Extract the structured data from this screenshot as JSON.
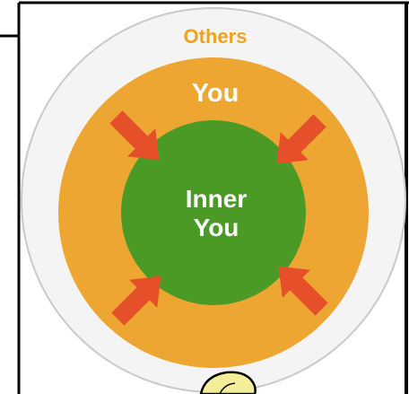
{
  "diagram": {
    "labels": {
      "others": "Others",
      "you": "You",
      "inner_line1": "Inner",
      "inner_line2": "You"
    },
    "colors": {
      "others_ring": "#f4f4f4",
      "others_ring_stroke": "#c9c9c9",
      "others_text": "#f0a21c",
      "you_ring": "#eda632",
      "inner_circle": "#4b9a26",
      "arrow": "#e5502a",
      "frame": "#000000",
      "bubble": "#f4ee98"
    }
  }
}
